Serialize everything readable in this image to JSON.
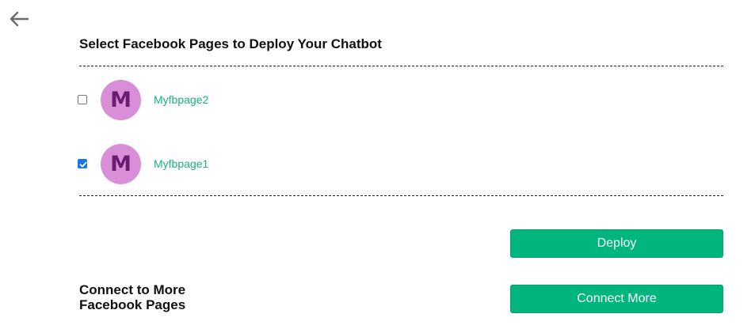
{
  "header": {
    "back_icon": "arrow-left-icon",
    "title": "Select Facebook Pages to Deploy Your Chatbot"
  },
  "pages": [
    {
      "name": "Myfbpage2",
      "avatar_letter": "M",
      "checked": false
    },
    {
      "name": "Myfbpage1",
      "avatar_letter": "M",
      "checked": true
    }
  ],
  "actions": {
    "deploy_label": "Deploy",
    "connect_more_label": "Connect More"
  },
  "connect_section": {
    "line1": "Connect to More",
    "line2": "Facebook Pages"
  },
  "colors": {
    "accent": "#00b67e",
    "avatar_bg": "#d88fd8",
    "avatar_text": "#6a1b72",
    "link": "#19b27a",
    "checkbox_checked": "#1a73e8"
  }
}
